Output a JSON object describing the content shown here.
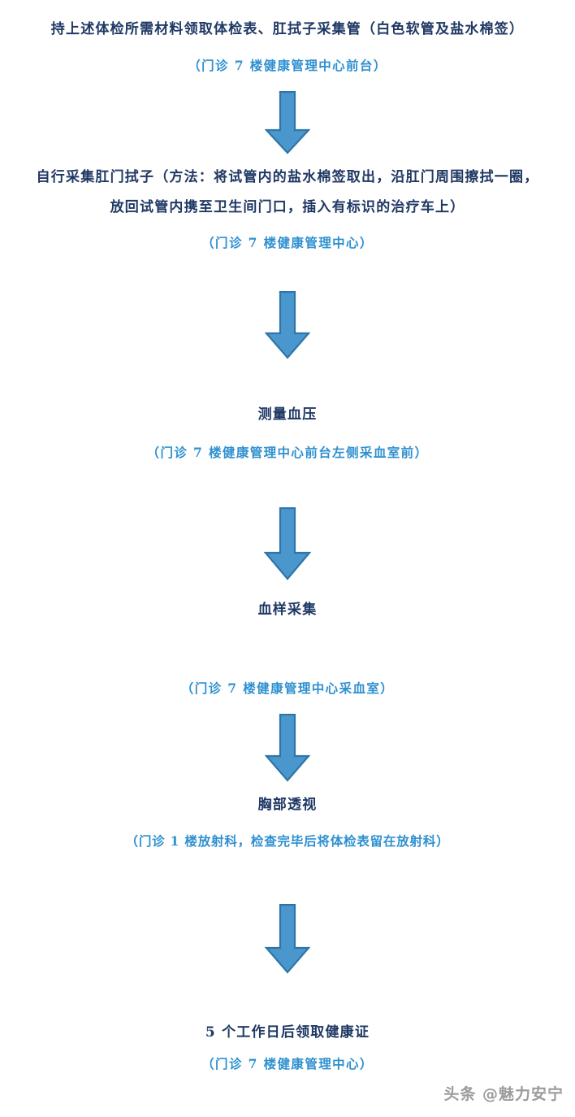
{
  "document": {
    "kind": "flowchart",
    "orientation": "vertical",
    "background_color": "#FFFFFF",
    "title_color": "#1F3864",
    "location_color": "#2E90D0",
    "arrow_fill_color": "#4A97CE",
    "arrow_stroke_color": "#2E75A8"
  },
  "steps": [
    {
      "id": "step-1",
      "title_lines": [
        "持上述体检所需材料领取体检表、肛拭子采集管（白色软管及盐水棉签）"
      ],
      "location": "（门诊 7 楼健康管理中心前台）"
    },
    {
      "id": "step-2",
      "title_lines": [
        "自行采集肛门拭子（方法：将试管内的盐水棉签取出，沿肛门周围擦拭一圈，",
        "放回试管内携至卫生间门口，插入有标识的治疗车上）"
      ],
      "location": "（门诊 7 楼健康管理中心）"
    },
    {
      "id": "step-3",
      "title_lines": [
        "测量血压"
      ],
      "location": "（门诊 7 楼健康管理中心前台左侧采血室前）"
    },
    {
      "id": "step-4",
      "title_lines": [
        "血样采集"
      ],
      "location": "（门诊 7 楼健康管理中心采血室）"
    },
    {
      "id": "step-5",
      "title_lines": [
        "胸部透视"
      ],
      "location": "（门诊 1 楼放射科，检查完毕后将体检表留在放射科）"
    },
    {
      "id": "step-6",
      "title_lines": [
        "5 个工作日后领取健康证"
      ],
      "location": "（门诊 7 楼健康管理中心）"
    }
  ],
  "connectors": [
    {
      "id": "arrow-1",
      "icon": "down-arrow-icon"
    },
    {
      "id": "arrow-2",
      "icon": "down-arrow-icon"
    },
    {
      "id": "arrow-3",
      "icon": "down-arrow-icon"
    },
    {
      "id": "arrow-4",
      "icon": "down-arrow-icon"
    },
    {
      "id": "arrow-5",
      "icon": "down-arrow-icon"
    },
    {
      "id": "arrow-6",
      "icon": "down-arrow-icon"
    }
  ],
  "watermark": {
    "text": "头条 @魅力安宁"
  }
}
